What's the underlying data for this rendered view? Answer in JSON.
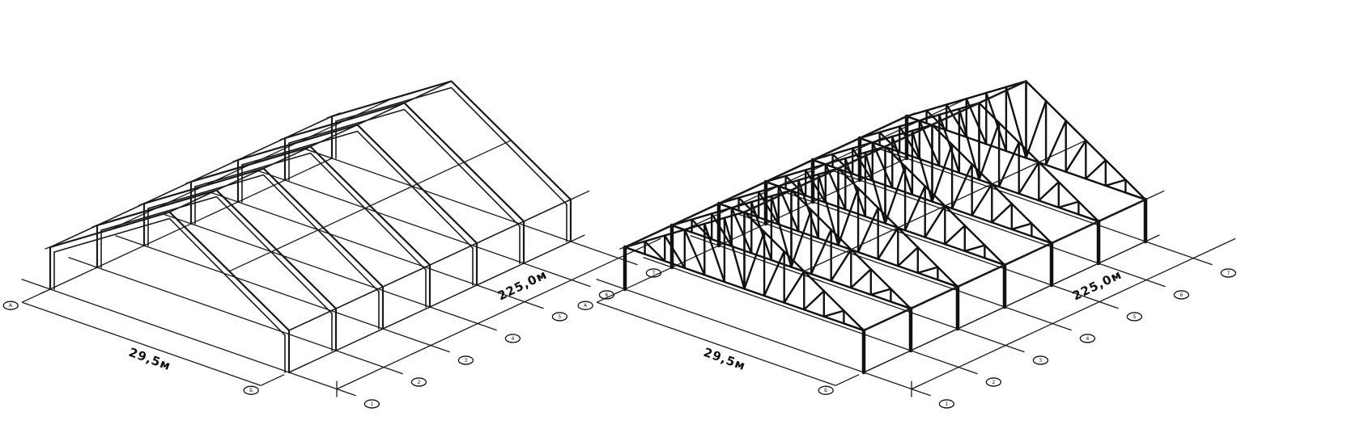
{
  "diagrams": [
    {
      "name": "portal-frame-structure",
      "dim_width_label": "29,5м",
      "dim_length_label": "225,0м",
      "axis_labels": [
        "А",
        "Б",
        "1",
        "2",
        "3",
        "4",
        "5",
        "6",
        "7"
      ]
    },
    {
      "name": "truss-frame-structure",
      "dim_width_label": "29,5м",
      "dim_length_label": "225,0м",
      "axis_labels": [
        "А",
        "Б",
        "1",
        "2",
        "3",
        "4",
        "5",
        "6",
        "7"
      ]
    }
  ],
  "colors": {
    "line": "#1a1a1a",
    "background": "#ffffff"
  }
}
